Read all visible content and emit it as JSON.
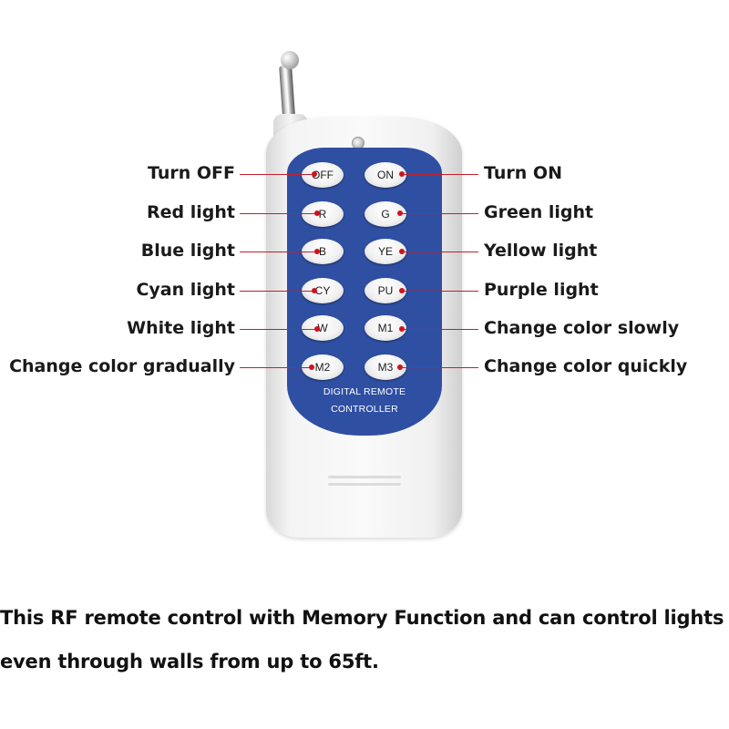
{
  "remote": {
    "panel_line1": "DIGITAL REMOTE",
    "panel_line2": "CONTROLLER",
    "buttons": [
      {
        "id": "off",
        "label": "OFF"
      },
      {
        "id": "on",
        "label": "ON"
      },
      {
        "id": "r",
        "label": "R"
      },
      {
        "id": "g",
        "label": "G"
      },
      {
        "id": "b",
        "label": "B"
      },
      {
        "id": "ye",
        "label": "YE"
      },
      {
        "id": "cy",
        "label": "CY"
      },
      {
        "id": "pu",
        "label": "PU"
      },
      {
        "id": "w",
        "label": "W"
      },
      {
        "id": "m1",
        "label": "M1"
      },
      {
        "id": "m2",
        "label": "M2"
      },
      {
        "id": "m3",
        "label": "M3"
      }
    ]
  },
  "callouts": {
    "left": [
      "Turn OFF",
      "Red light",
      "Blue light",
      "Cyan light",
      "White light",
      "Change color gradually"
    ],
    "right": [
      "Turn ON",
      "Green light",
      "Yellow light",
      "Purple light",
      "Change color slowly",
      "Change color quickly"
    ]
  },
  "caption": {
    "line1": "This RF remote control with Memory Function and can control lights",
    "line2": "even through walls from up to 65ft."
  },
  "colors": {
    "panel_blue": "#2f4fa3",
    "leader_red": "#c0202b",
    "dot_red": "#d0111f",
    "text": "#1a1a1a"
  }
}
